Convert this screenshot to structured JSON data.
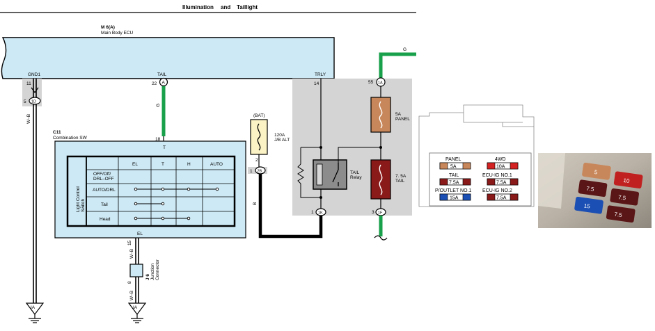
{
  "header": {
    "title_main": "Illumination",
    "title_and": "and",
    "title_tail": "Taillight"
  },
  "ecu": {
    "code": "M 6(A)",
    "name": "Main Body ECU",
    "pins": {
      "gnd1": "GND1",
      "tail": "TAIL",
      "trly": "TRLY"
    },
    "pin_numbers": {
      "gnd1": "11",
      "tail": "22",
      "trly_left": "14",
      "trly_right": "55"
    },
    "connector_letters": {
      "tail": "A",
      "trly": "1A"
    }
  },
  "left_ground": {
    "pin": "5",
    "connector": "1D",
    "wire": "W–B",
    "ground": "IA"
  },
  "tail_wire": {
    "color_label": "G",
    "pin": "18",
    "terminal": "T"
  },
  "combination_switch": {
    "code": "C11",
    "name": "Combination SW",
    "side_label": "Light Control Switch",
    "columns": [
      "EL",
      "T",
      "H",
      "AUTO"
    ],
    "rows": [
      "OFF/Off/ DRL–OFF",
      "AUTO/DRL",
      "Tail",
      "Head"
    ],
    "bottom_terminal": "EL"
  },
  "junction": {
    "pin_top": "15",
    "pin_bottom": "8",
    "wire": "W–B",
    "code": "J 6",
    "name": "Junction Connector",
    "ground": "IA"
  },
  "alt_fuse": {
    "bat": "(BAT)",
    "pin_top": "2",
    "rating": "120A",
    "name": "J/B ALT",
    "pin_bottom": "1",
    "connector": "2B",
    "wire": "B"
  },
  "relay_box": {
    "right_wire_color": "G",
    "panel_fuse": {
      "rating": "5A",
      "name": "PANEL"
    },
    "tail_fuse": {
      "rating": "7. 5A",
      "name": "TAIL"
    },
    "relay": {
      "name": "TAIL",
      "sub": "Relay"
    },
    "bottom_pins": {
      "left": "1",
      "left_conn": "1K",
      "right": "3",
      "right_conn": "1F"
    }
  },
  "fuse_panel": {
    "fuses": [
      {
        "name": "PANEL",
        "value": "5A",
        "color": "#c8875a"
      },
      {
        "name": "4WD",
        "value": "10A",
        "color": "#d42222"
      },
      {
        "name": "TAIL",
        "value": "7.5A",
        "color": "#8a1a1a"
      },
      {
        "name": "ECU-IG NO.1",
        "value": "7.5A",
        "color": "#8a1a1a"
      },
      {
        "name": "P/OUTLET NO.1",
        "value": "15A",
        "color": "#1b4fb3"
      },
      {
        "name": "ECU-IG NO.2",
        "value": "7.5A",
        "color": "#8a1a1a"
      }
    ]
  },
  "photo": {
    "fuse_labels": [
      "5",
      "10",
      "7.5",
      "7.5",
      "15",
      "7.5"
    ]
  },
  "colors": {
    "ecu_fill": "#cde9f5",
    "green_wire": "#18a04a",
    "relay_gray": "#d4d4d4",
    "fuse_tan": "#fbf3c5"
  }
}
